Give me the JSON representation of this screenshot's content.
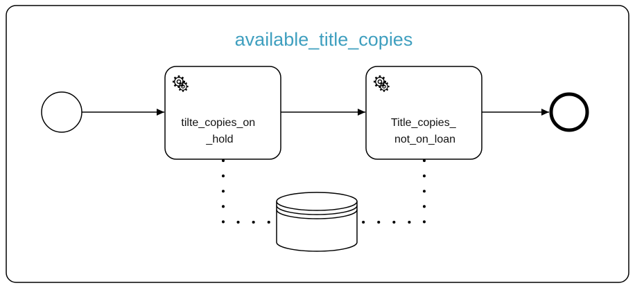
{
  "diagram": {
    "title": "available_title_copies",
    "colors": {
      "title": "#3f9fbf",
      "stroke": "#000000",
      "fill": "#ffffff"
    },
    "tasks": [
      {
        "icon": "gear-icon",
        "label_lines": [
          "tilte_copies_on",
          "_hold"
        ]
      },
      {
        "icon": "gear-icon",
        "label_lines": [
          "Title_copies_",
          "not_on_loan"
        ]
      }
    ],
    "start_event": "start-event",
    "end_event": "end-event",
    "data_store": "data-store"
  }
}
